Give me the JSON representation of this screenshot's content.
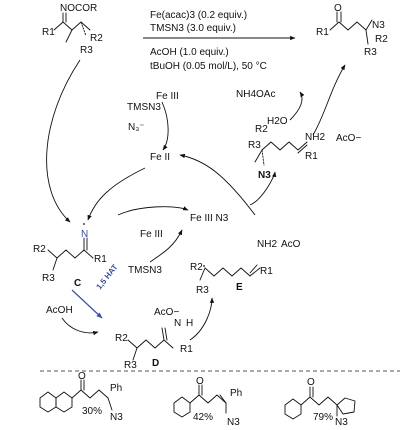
{
  "conditions": {
    "line1": "Fe(acac)3 (0.2 equiv.)",
    "line2": "TMSN3 (3.0 equiv.)",
    "line3": "AcOH (1.0 equiv.)",
    "line4": "tBuOH (0.05 mol/L), 50 °C"
  },
  "labels": {
    "nocor": "NOCOR",
    "r1": "R1",
    "r2": "R2",
    "r3": "R3",
    "n3": "N3",
    "fe3": "Fe III",
    "fe2": "Fe II",
    "tmsn3": "TMSN3",
    "fe3n3": "Fe III N3",
    "nh4oac": "NH4OAc",
    "h2o": "H2O",
    "nh2": "NH2",
    "aco_minus": "AcO−",
    "aco": "AcO",
    "acoh": "AcOH",
    "hat": "1,5 HAT",
    "n_radical": "N",
    "n_iminium": "N",
    "h": "H"
  },
  "intermediates": {
    "c": "C",
    "d": "D",
    "e": "E"
  },
  "examples": [
    {
      "yield": "30%",
      "substituent": "Ph",
      "azide": "N3"
    },
    {
      "yield": "42%",
      "substituent": "Ph",
      "azide": "N3"
    },
    {
      "yield": "79%",
      "azide": "N3"
    }
  ],
  "colors": {
    "ink": "#111111",
    "hat_arrow": "#3d4ea0",
    "separator": "#555555"
  }
}
